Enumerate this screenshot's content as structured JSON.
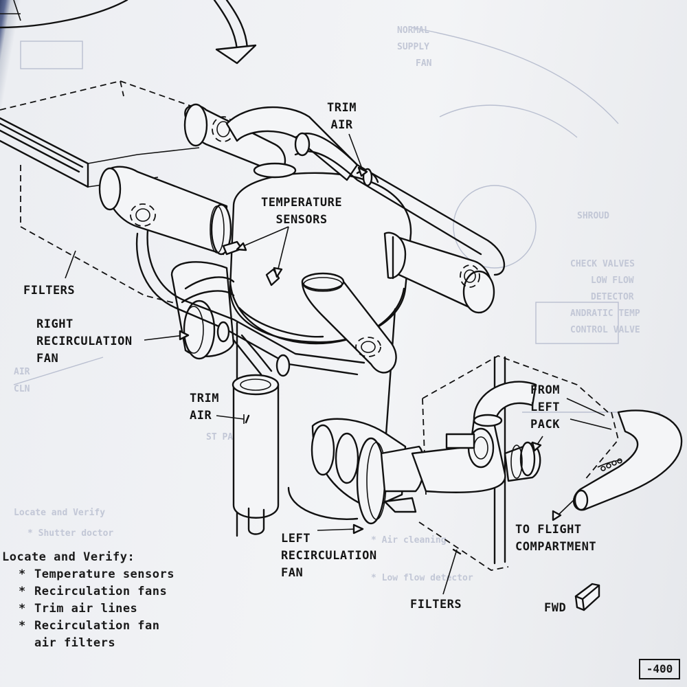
{
  "labels": {
    "trim_air_top": "TRIM\nAIR",
    "temperature_sensors": "TEMPERATURE\nSENSORS",
    "filters_left": "FILTERS",
    "right_recirculation_fan": "RIGHT\nRECIRCULATION\nFAN",
    "trim_air_bottom": "TRIM\nAIR",
    "from_left_pack": "FROM\nLEFT\nPACK",
    "left_recirculation_fan": "LEFT\nRECIRCULATION\nFAN",
    "to_flight_compartment": "TO FLIGHT\nCOMPARTMENT",
    "filters_bottom": "FILTERS",
    "fwd": "FWD"
  },
  "locate": {
    "title": "Locate and Verify:",
    "bullet": "*",
    "items": [
      "Temperature sensors",
      "Recirculation fans",
      "Trim air lines",
      "Recirculation fan\nair filters"
    ]
  },
  "page_number": "-400"
}
